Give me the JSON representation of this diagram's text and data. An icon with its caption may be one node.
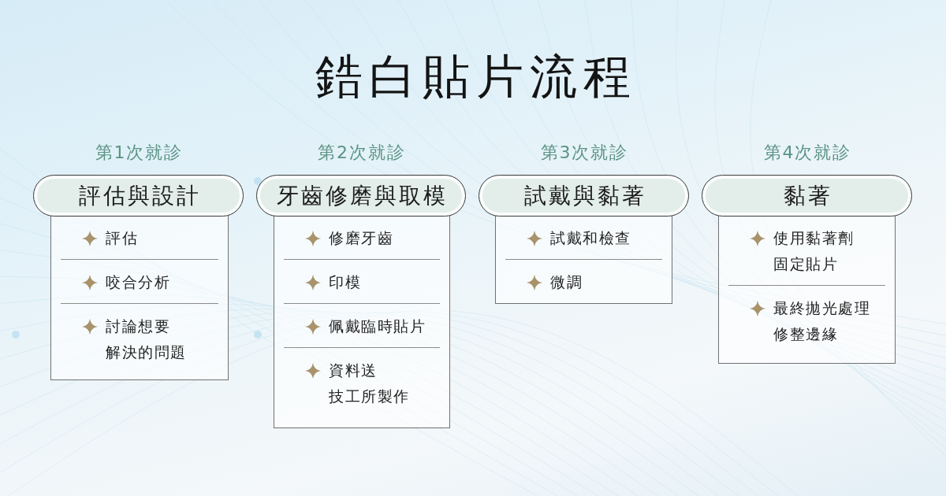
{
  "diagram": {
    "title": "鋯白貼片流程",
    "nodes": [
      {
        "text": [
          "評估與設計"
        ],
        "beside": [
          "第1次就診"
        ]
      },
      {
        "text": [
          "評估",
          "咬合分析",
          "討論想要解決的問題"
        ]
      },
      {
        "text": [
          "牙齒修磨與取模"
        ],
        "beside": [
          "第2次就診"
        ]
      },
      {
        "text": [
          "修磨牙齒",
          "印模",
          "佩戴臨時貼片",
          "資料送技工所製作"
        ]
      },
      {
        "text": [
          "試戴與黏著"
        ],
        "beside": [
          "第3次就診"
        ]
      },
      {
        "text": [
          "試戴和檢查",
          "微調"
        ]
      },
      {
        "text": [
          "黏著"
        ],
        "beside": [
          "第4次就診"
        ]
      },
      {
        "text": [
          "使用黏著劑固定貼片",
          "最終拋光處理修整邊緣"
        ]
      }
    ]
  }
}
